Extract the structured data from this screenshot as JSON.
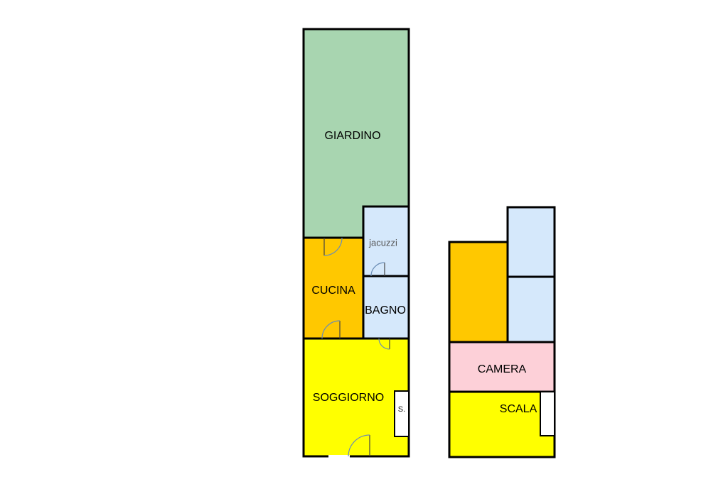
{
  "colors": {
    "garden": "#a8d5b0",
    "kitchen": "#ffc800",
    "bath": "#d5e8fb",
    "living": "#ffff00",
    "bedroom": "#fdd0d8",
    "wall": "#000000",
    "door_arc": "#6a8db5"
  },
  "ground_floor": {
    "giardino": "GIARDINO",
    "jacuzzi": "jacuzzi",
    "cucina": "CUCINA",
    "bagno": "BAGNO",
    "soggiorno": "SOGGIORNO",
    "stair_short": "S."
  },
  "upper_floor": {
    "camera": "CAMERA",
    "scala": "SCALA"
  }
}
